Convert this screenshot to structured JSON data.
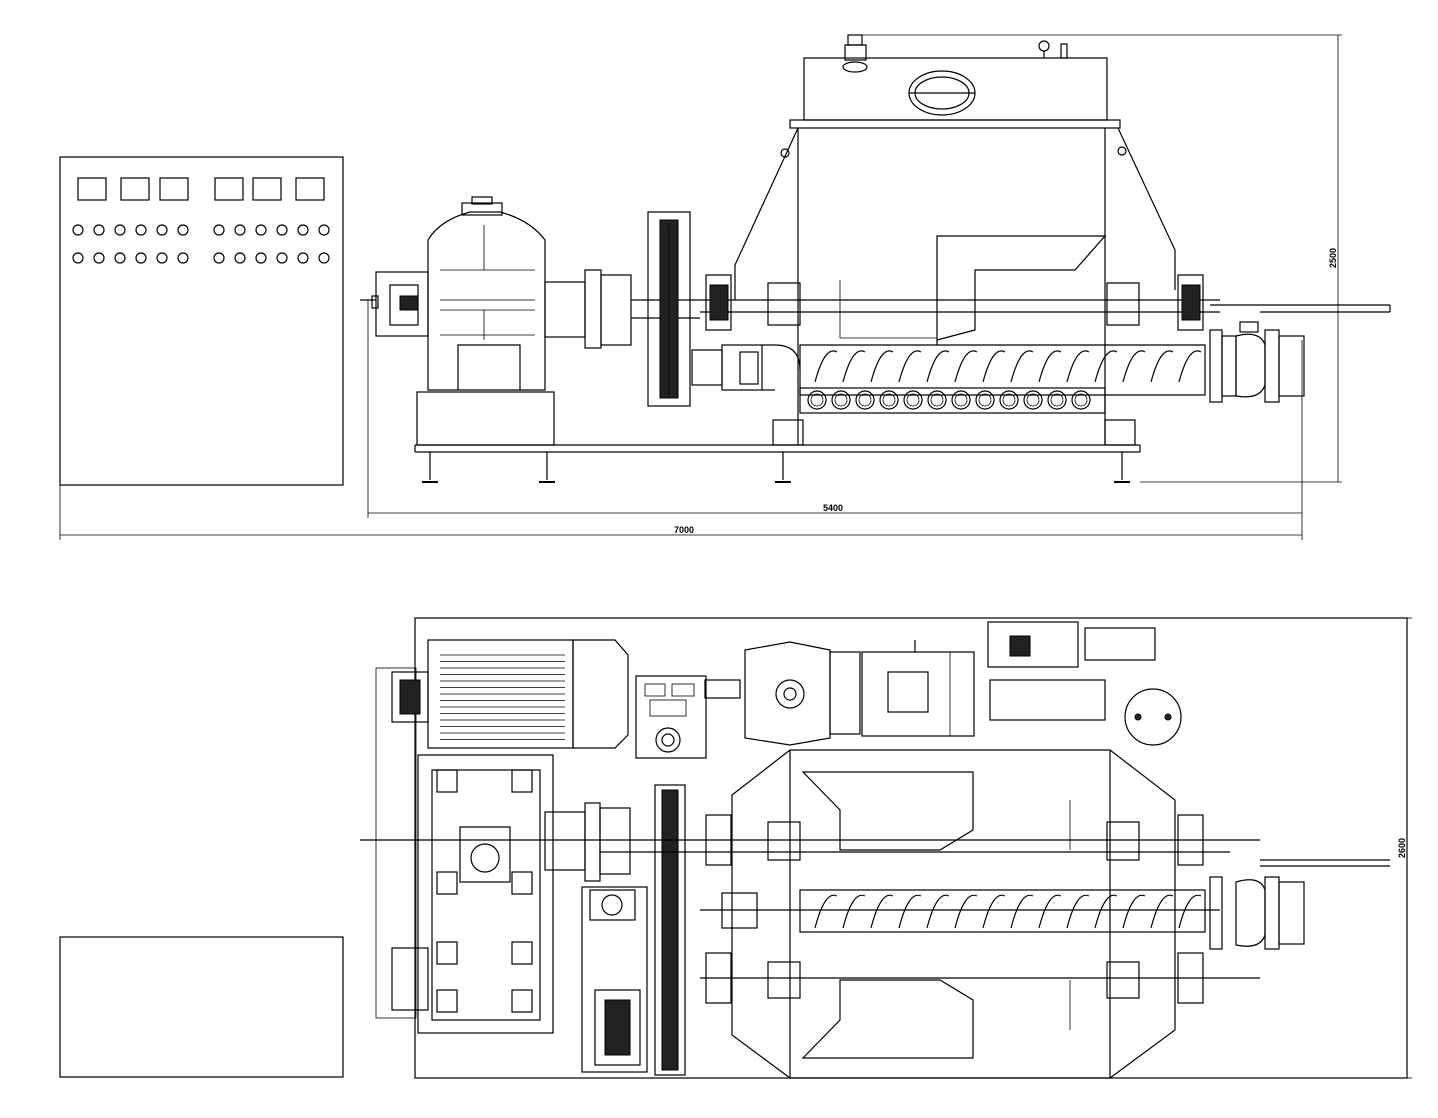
{
  "drawing": {
    "front_view": {
      "dim_overall_width": "7000",
      "dim_machine_width": "5400",
      "dim_height": "2500"
    },
    "top_view": {
      "dim_depth": "2600"
    }
  }
}
